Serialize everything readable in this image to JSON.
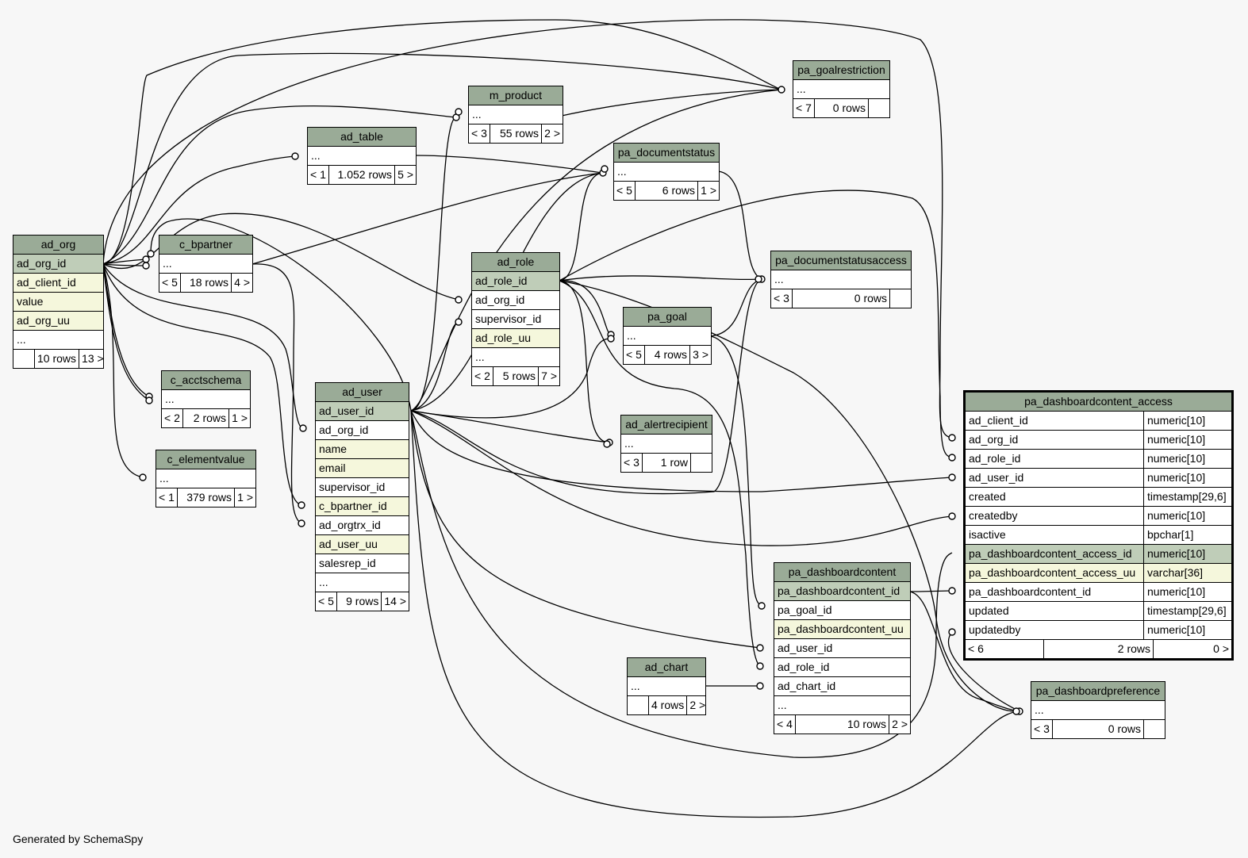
{
  "footer": "Generated by SchemaSpy",
  "tables": {
    "ad_org": {
      "name": "ad_org",
      "rows": [
        {
          "name": "ad_org_id",
          "kind": "pk"
        },
        {
          "name": "ad_client_id",
          "kind": "idx"
        },
        {
          "name": "value",
          "kind": "idx"
        },
        {
          "name": "ad_org_uu",
          "kind": "idx"
        },
        {
          "name": "...",
          "kind": ""
        }
      ],
      "foot": [
        "",
        "10 rows",
        "13 >"
      ]
    },
    "c_bpartner": {
      "name": "c_bpartner",
      "rows": [
        {
          "name": "...",
          "kind": ""
        }
      ],
      "foot": [
        "< 5",
        "18 rows",
        "4 >"
      ]
    },
    "c_acctschema": {
      "name": "c_acctschema",
      "rows": [
        {
          "name": "...",
          "kind": ""
        }
      ],
      "foot": [
        "< 2",
        "2 rows",
        "1 >"
      ]
    },
    "c_elementvalue": {
      "name": "c_elementvalue",
      "rows": [
        {
          "name": "...",
          "kind": ""
        }
      ],
      "foot": [
        "< 1",
        "379 rows",
        "1 >"
      ]
    },
    "ad_table": {
      "name": "ad_table",
      "rows": [
        {
          "name": "...",
          "kind": ""
        }
      ],
      "foot": [
        "< 1",
        "1.052 rows",
        "5 >"
      ]
    },
    "m_product": {
      "name": "m_product",
      "rows": [
        {
          "name": "...",
          "kind": ""
        }
      ],
      "foot": [
        "< 3",
        "55 rows",
        "2 >"
      ]
    },
    "ad_user": {
      "name": "ad_user",
      "rows": [
        {
          "name": "ad_user_id",
          "kind": "pk"
        },
        {
          "name": "ad_org_id",
          "kind": ""
        },
        {
          "name": "name",
          "kind": "idx"
        },
        {
          "name": "email",
          "kind": "idx"
        },
        {
          "name": "supervisor_id",
          "kind": ""
        },
        {
          "name": "c_bpartner_id",
          "kind": "idx"
        },
        {
          "name": "ad_orgtrx_id",
          "kind": ""
        },
        {
          "name": "ad_user_uu",
          "kind": "idx"
        },
        {
          "name": "salesrep_id",
          "kind": ""
        },
        {
          "name": "...",
          "kind": ""
        }
      ],
      "foot": [
        "< 5",
        "9 rows",
        "14 >"
      ]
    },
    "ad_role": {
      "name": "ad_role",
      "rows": [
        {
          "name": "ad_role_id",
          "kind": "pk"
        },
        {
          "name": "ad_org_id",
          "kind": ""
        },
        {
          "name": "supervisor_id",
          "kind": ""
        },
        {
          "name": "ad_role_uu",
          "kind": "idx"
        },
        {
          "name": "...",
          "kind": ""
        }
      ],
      "foot": [
        "< 2",
        "5 rows",
        "7 >"
      ]
    },
    "pa_documentstatus": {
      "name": "pa_documentstatus",
      "rows": [
        {
          "name": "...",
          "kind": ""
        }
      ],
      "foot": [
        "< 5",
        "6 rows",
        "1 >"
      ]
    },
    "pa_goalrestriction": {
      "name": "pa_goalrestriction",
      "rows": [
        {
          "name": "...",
          "kind": ""
        }
      ],
      "foot": [
        "< 7",
        "0 rows",
        ""
      ]
    },
    "pa_documentstatusaccess": {
      "name": "pa_documentstatusaccess",
      "rows": [
        {
          "name": "...",
          "kind": ""
        }
      ],
      "foot": [
        "< 3",
        "0 rows",
        ""
      ]
    },
    "pa_goal": {
      "name": "pa_goal",
      "rows": [
        {
          "name": "...",
          "kind": ""
        }
      ],
      "foot": [
        "< 5",
        "4 rows",
        "3 >"
      ]
    },
    "ad_alertrecipient": {
      "name": "ad_alertrecipient",
      "rows": [
        {
          "name": "...",
          "kind": ""
        }
      ],
      "foot": [
        "< 3",
        "1 row",
        ""
      ]
    },
    "ad_chart": {
      "name": "ad_chart",
      "rows": [
        {
          "name": "...",
          "kind": ""
        }
      ],
      "foot": [
        "",
        "4 rows",
        "2 >"
      ]
    },
    "pa_dashboardcontent": {
      "name": "pa_dashboardcontent",
      "rows": [
        {
          "name": "pa_dashboardcontent_id",
          "kind": "pk"
        },
        {
          "name": "pa_goal_id",
          "kind": ""
        },
        {
          "name": "pa_dashboardcontent_uu",
          "kind": "idx"
        },
        {
          "name": "ad_user_id",
          "kind": ""
        },
        {
          "name": "ad_role_id",
          "kind": ""
        },
        {
          "name": "ad_chart_id",
          "kind": ""
        },
        {
          "name": "...",
          "kind": ""
        }
      ],
      "foot": [
        "< 4",
        "10 rows",
        "2 >"
      ]
    },
    "pa_dashboardpreference": {
      "name": "pa_dashboardpreference",
      "rows": [
        {
          "name": "...",
          "kind": ""
        }
      ],
      "foot": [
        "< 3",
        "0 rows",
        ""
      ]
    },
    "pa_dashboardcontent_access": {
      "name": "pa_dashboardcontent_access",
      "rows": [
        {
          "name": "ad_client_id",
          "type": "numeric[10]",
          "kind": ""
        },
        {
          "name": "ad_org_id",
          "type": "numeric[10]",
          "kind": ""
        },
        {
          "name": "ad_role_id",
          "type": "numeric[10]",
          "kind": ""
        },
        {
          "name": "ad_user_id",
          "type": "numeric[10]",
          "kind": ""
        },
        {
          "name": "created",
          "type": "timestamp[29,6]",
          "kind": ""
        },
        {
          "name": "createdby",
          "type": "numeric[10]",
          "kind": ""
        },
        {
          "name": "isactive",
          "type": "bpchar[1]",
          "kind": ""
        },
        {
          "name": "pa_dashboardcontent_access_id",
          "type": "numeric[10]",
          "kind": "pk"
        },
        {
          "name": "pa_dashboardcontent_access_uu",
          "type": "varchar[36]",
          "kind": "idx"
        },
        {
          "name": "pa_dashboardcontent_id",
          "type": "numeric[10]",
          "kind": ""
        },
        {
          "name": "updated",
          "type": "timestamp[29,6]",
          "kind": ""
        },
        {
          "name": "updatedby",
          "type": "numeric[10]",
          "kind": ""
        }
      ],
      "foot": [
        "< 6",
        "2 rows",
        "0 >"
      ]
    }
  }
}
